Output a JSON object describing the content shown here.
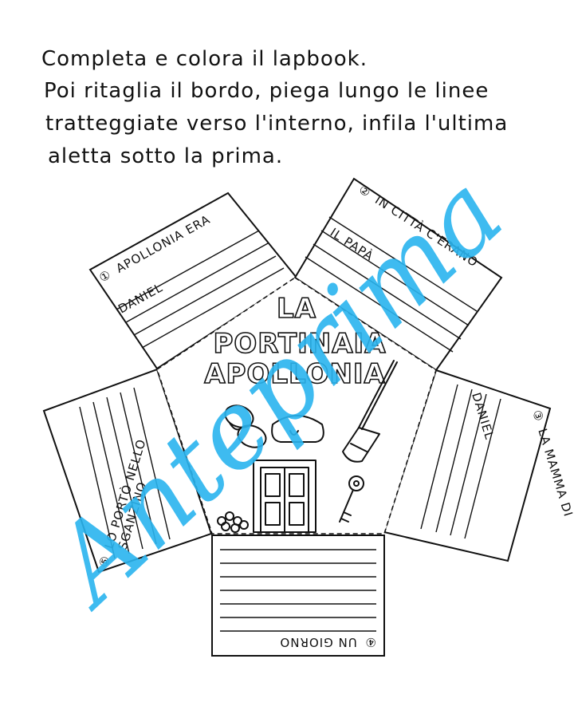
{
  "instructions": {
    "line1": "Completa e colora il lapbook.",
    "line2": "Poi ritaglia il bordo, piega lungo le linee",
    "line3": "tratteggiate verso l'interno, infila l'ultima",
    "line4": "aletta sotto la prima."
  },
  "cover": {
    "title_line1": "LA",
    "title_line2": "PORTINAIA",
    "title_line3": "APOLLONIA"
  },
  "flaps": {
    "f1": {
      "number": "①",
      "heading": "APOLLONIA ERA",
      "line1": "DANIEL"
    },
    "f2": {
      "number": "②",
      "heading": "IN CITTÀ C'ERANO",
      "line1": "IL PAPÀ"
    },
    "f3": {
      "number": "③",
      "heading": "LA MAMMA DI",
      "line1": "DANIEL"
    },
    "f4": {
      "number": "④",
      "heading": "UN GIORNO"
    },
    "f5": {
      "number": "⑤",
      "heading": "LO PORTÒ NELLO",
      "line1": "SGANZINO"
    }
  },
  "watermark": "Anteprima",
  "icons": [
    "glasses-icon",
    "hat-icon",
    "broom-icon",
    "door-icon",
    "key-icon",
    "flowers-icon"
  ]
}
